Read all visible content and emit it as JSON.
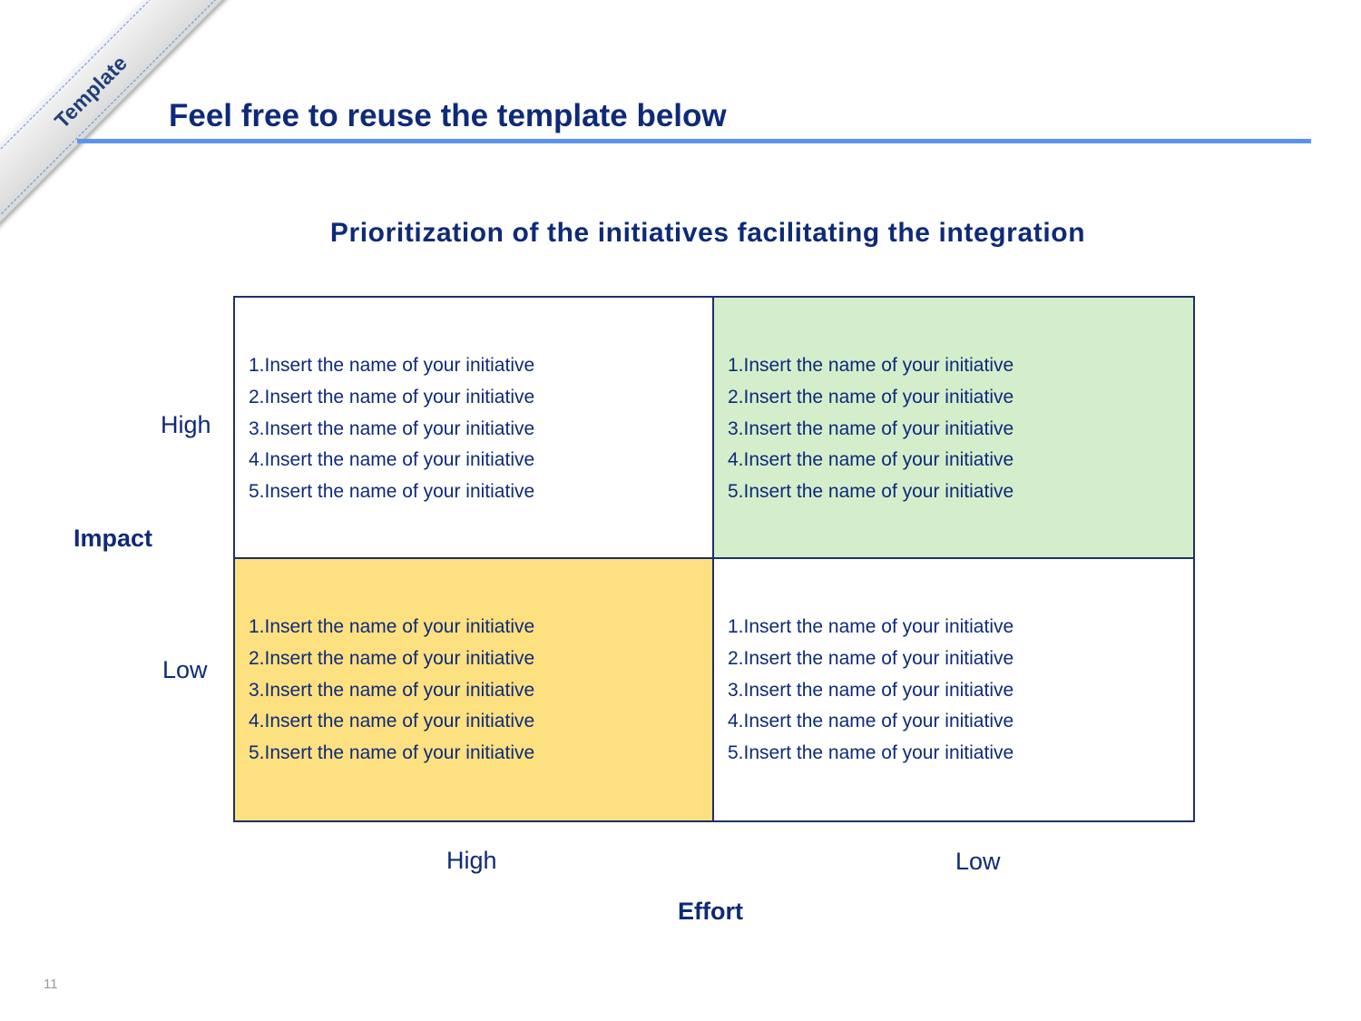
{
  "ribbon": {
    "label": "Template"
  },
  "header": {
    "title": "Feel free to reuse the template below"
  },
  "matrix": {
    "title": "Prioritization of the initiatives facilitating the integration",
    "y_axis": {
      "title": "Impact",
      "high": "High",
      "low": "Low"
    },
    "x_axis": {
      "title": "Effort",
      "high": "High",
      "low": "Low"
    },
    "colors": {
      "top_right": "#d4eecc",
      "bottom_left": "#fde080",
      "border": "#1f3066",
      "text": "#0e2a78"
    },
    "quadrants": {
      "top_left": {
        "items": [
          "1.Insert the name of your initiative",
          "2.Insert the name of your initiative",
          "3.Insert the name of your initiative",
          "4.Insert the name of your initiative",
          "5.Insert the name of your initiative"
        ]
      },
      "top_right": {
        "items": [
          "1.Insert the name of your initiative",
          "2.Insert the name of your initiative",
          "3.Insert the name of your initiative",
          "4.Insert the name of your initiative",
          "5.Insert the name of your initiative"
        ]
      },
      "bottom_left": {
        "items": [
          "1.Insert the name of your initiative",
          "2.Insert the name of your initiative",
          "3.Insert the name of your initiative",
          "4.Insert the name of your initiative",
          "5.Insert the name of your initiative"
        ]
      },
      "bottom_right": {
        "items": [
          "1.Insert the name of your initiative",
          "2.Insert the name of your initiative",
          "3.Insert the name of your initiative",
          "4.Insert the name of your initiative",
          "5.Insert the name of your initiative"
        ]
      }
    }
  },
  "footer": {
    "page_number": "11"
  }
}
